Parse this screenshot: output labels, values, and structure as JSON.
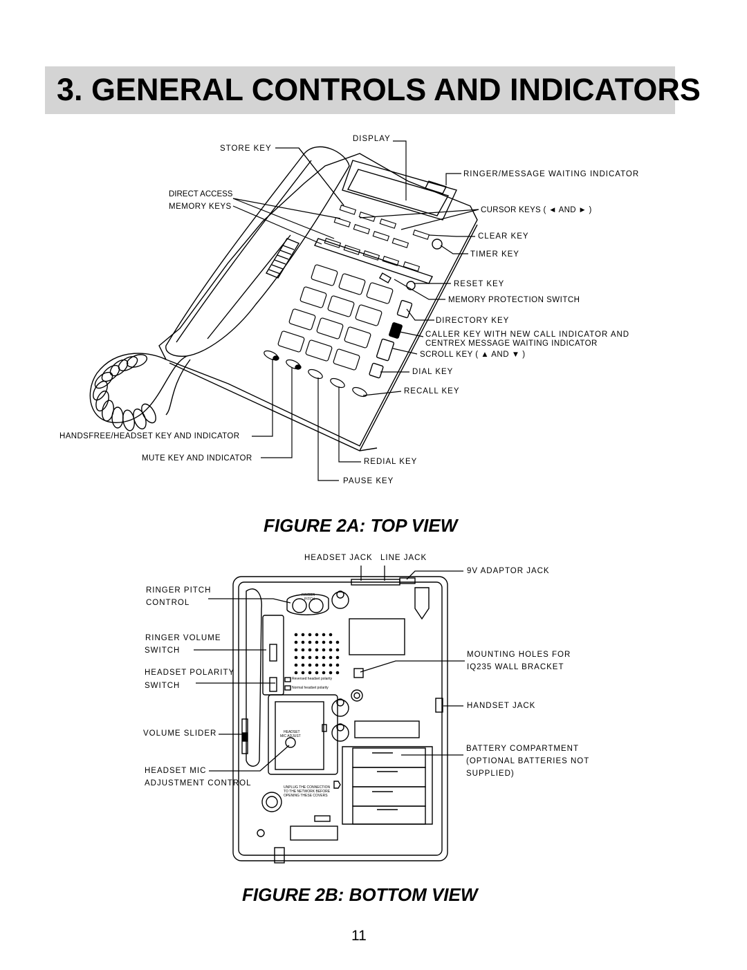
{
  "heading": "3. GENERAL CONTROLS AND INDICATORS",
  "top_view": {
    "caption": "FIGURE 2A: TOP VIEW",
    "labels": {
      "store_key": "STORE KEY",
      "display": "DISPLAY",
      "ringer_message": "RINGER/MESSAGE  WAITING INDICATOR",
      "direct_access_1": "DIRECT ACCESS",
      "direct_access_2": "MEMORY KEYS",
      "cursor_keys": "CURSOR KEYS ( ◄  AND  ► )",
      "clear_key": "CLEAR KEY",
      "timer_key": "TIMER KEY",
      "reset_key": "RESET KEY",
      "memory_protection": "MEMORY PROTECTION SWITCH",
      "directory_key": "DIRECTORY KEY",
      "caller_key_1": "CALLER KEY WITH NEW CALL INDICATOR AND",
      "caller_key_2": "CENTREX MESSAGE WAITING INDICATOR",
      "scroll_key": "SCROLL KEY ( ▲  AND ▼ )",
      "dial_key": "DIAL KEY",
      "recall_key": "RECALL KEY",
      "handsfree_key": "HANDSFREE/HEADSET KEY AND INDICATOR",
      "mute_key": "MUTE KEY AND INDICATOR",
      "redial_key": "REDIAL KEY",
      "pause_key": "PAUSE KEY"
    }
  },
  "bottom_view": {
    "caption": "FIGURE 2B: BOTTOM VIEW",
    "labels": {
      "headset_jack_top": "HEADSET JACK",
      "line_jack": "LINE JACK",
      "adaptor_jack": "9V ADAPTOR JACK",
      "ringer_pitch_1": "RINGER PITCH",
      "ringer_pitch_2": "CONTROL",
      "ringer_volume_1": "RINGER VOLUME",
      "ringer_volume_2": "SWITCH",
      "headset_polarity_1": "HEADSET  POLARITY",
      "headset_polarity_2": "SWITCH",
      "mounting_holes_1": "MOUNTING HOLES FOR",
      "mounting_holes_2": "IQ235  WALL BRACKET",
      "handset_jack": "HANDSET  JACK",
      "volume_slider": "VOLUME SLIDER",
      "battery_1": "BATTERY COMPARTMENT",
      "battery_2": "(OPTIONAL BATTERIES NOT",
      "battery_3": "SUPPLIED)",
      "headset_mic_1": "HEADSET MIC",
      "headset_mic_2": "ADJUSTMENT CONTROL"
    },
    "device_print": {
      "ringer": "RINGER",
      "pitch": "PITCH",
      "headset_mic_a": "HEADSET",
      "headset_mic_b": "MIC ADJUST",
      "unplug_1": "UNPLUG THE CONNECTION",
      "unplug_2": "TO THE NETWORK BEFORE",
      "unplug_3": "OPENING THESE COVERS",
      "reversed_polarity": "Reversed headset polarity",
      "normal_polarity": "Normal headset polarity"
    }
  },
  "page_number": "11"
}
